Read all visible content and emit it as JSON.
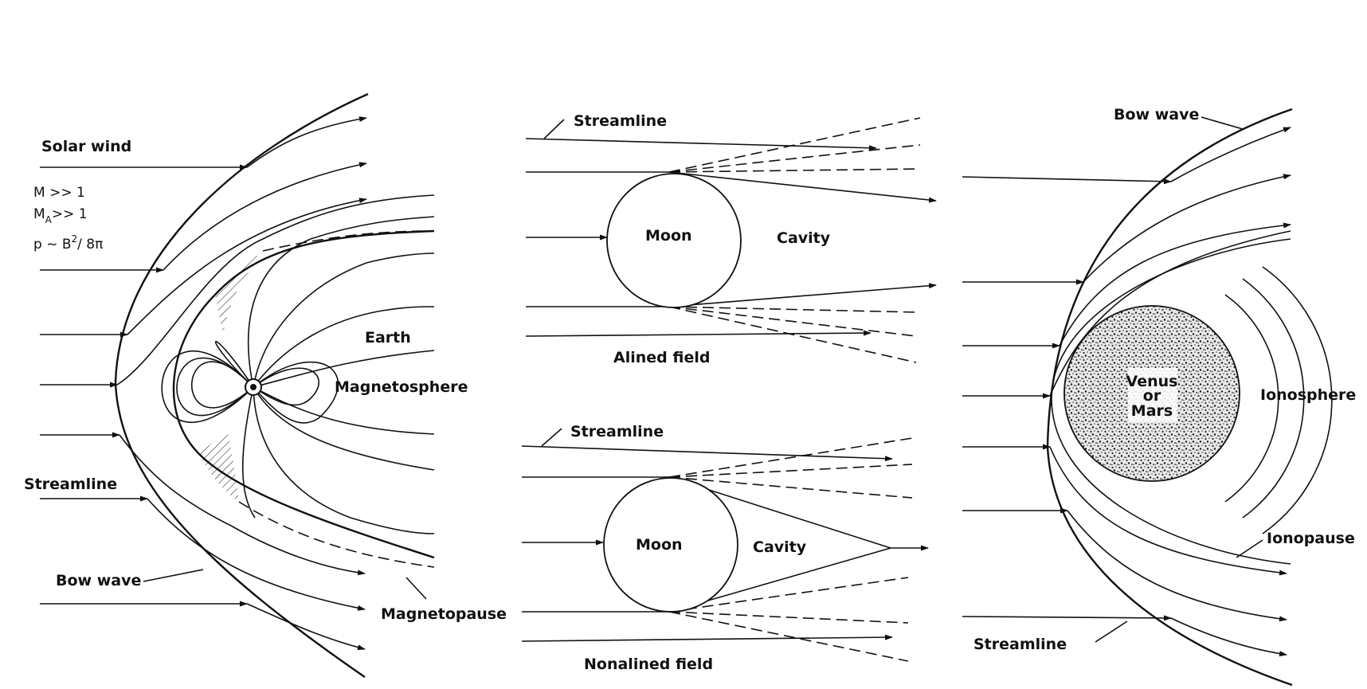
{
  "earth_panel": {
    "solar_wind": "Solar wind",
    "mach": "M >> 1",
    "alfven_mach_M": "M",
    "alfven_mach_sub": "A",
    "alfven_mach_rest": ">> 1",
    "pressure_a": "p ~ B",
    "pressure_sup": "2",
    "pressure_b": "/ 8π",
    "earth": "Earth",
    "magnetosphere": "Magnetosphere",
    "streamline": "Streamline",
    "bow_wave": "Bow wave",
    "magnetopause": "Magnetopause"
  },
  "moon_aligned": {
    "streamline": "Streamline",
    "moon": "Moon",
    "cavity": "Cavity",
    "field": "Alined field"
  },
  "moon_nonaligned": {
    "streamline": "Streamline",
    "moon": "Moon",
    "cavity": "Cavity",
    "field": "Nonalined field"
  },
  "venus_panel": {
    "bow_wave": "Bow wave",
    "planet_line1": "Venus",
    "planet_line2": "or",
    "planet_line3": "Mars",
    "ionosphere": "Ionosphere",
    "ionopause": "Ionopause",
    "streamline": "Streamline"
  }
}
